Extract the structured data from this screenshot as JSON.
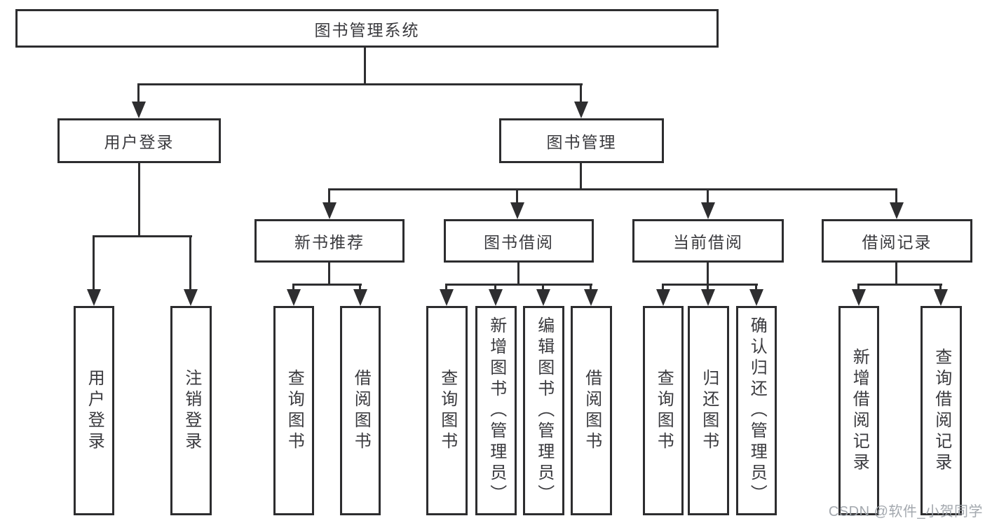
{
  "diagram": {
    "root": "图书管理系统",
    "branches": {
      "user_login": "用户登录",
      "book_management": "图书管理"
    },
    "modules": {
      "new_book_recommend": "新书推荐",
      "book_borrowing": "图书借阅",
      "current_borrowing": "当前借阅",
      "borrowing_records": "借阅记录"
    },
    "functions": {
      "user_login": "用户登录",
      "logout": "注销登录",
      "nb_query_books": "查询图书",
      "nb_borrow_books": "借阅图书",
      "bb_query_books": "查询图书",
      "bb_add_books_admin": "新增图书（管理员）",
      "bb_edit_books_admin": "编辑图书（管理员）",
      "bb_borrow_books": "借阅图书",
      "cb_query_books": "查询图书",
      "cb_return_books": "归还图书",
      "cb_confirm_return_admin": "确认归还（管理员）",
      "br_add_record": "新增借阅记录",
      "br_query_record": "查询借阅记录"
    },
    "watermark": "CSDN @软件_小贺同学",
    "colors": {
      "line": "#2e2e30",
      "text": "#3a3a3e",
      "watermark": "#9ea3aa",
      "background": "#ffffff"
    }
  }
}
